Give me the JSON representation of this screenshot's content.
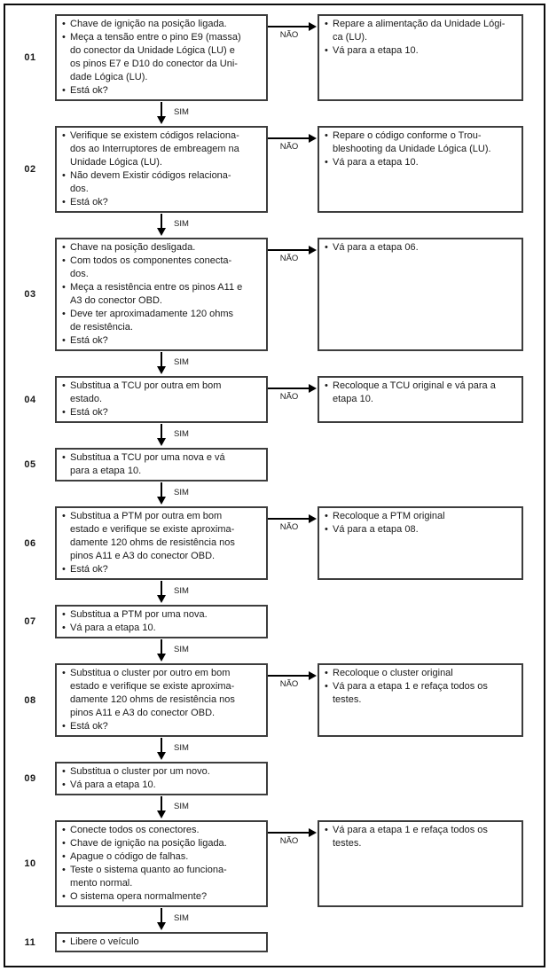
{
  "flowchart": {
    "yes_label": "SIM",
    "no_label": "NÃO",
    "colors": {
      "frame_border": "#0c0c0c",
      "box_border": "#3d3d3d",
      "arrow": "#000000",
      "text": "#1a1a1a",
      "background": "#ffffff"
    },
    "steps": [
      {
        "number": "01",
        "left": {
          "bullets": [
            "Chave de ignição na posição ligada.",
            "Meça a tensão entre o pino E9 (massa)\ndo conector da Unidade Lógica (LU) e\nos pinos E7 e D10 do conector da Uni-\ndade Lógica (LU).",
            "Está ok?"
          ]
        },
        "right": {
          "bullets": [
            "Repare a alimentação da Unidade Lógi-\nca (LU).",
            "Vá para a etapa 10."
          ]
        }
      },
      {
        "number": "02",
        "left": {
          "bullets": [
            "Verifique se existem códigos relaciona-\ndos ao Interruptores de embreagem na\nUnidade Lógica (LU).",
            "Não devem Existir códigos relaciona-\ndos.",
            "Está ok?"
          ]
        },
        "right": {
          "bullets": [
            "Repare o código conforme o Trou-\nbleshooting da Unidade Lógica (LU).",
            "Vá para a etapa 10."
          ]
        }
      },
      {
        "number": "03",
        "left": {
          "bullets": [
            "Chave na posição desligada.",
            "Com todos os componentes conecta-\ndos.",
            "Meça a resistência entre os pinos A11 e\nA3 do conector OBD.",
            "Deve ter aproximadamente 120 ohms\nde resistência.",
            "Está ok?"
          ]
        },
        "right": {
          "bullets": [
            "Vá para a etapa 06."
          ]
        }
      },
      {
        "number": "04",
        "left": {
          "bullets": [
            "Substitua a TCU por outra em bom\nestado.",
            "Está ok?"
          ]
        },
        "right": {
          "bullets": [
            "Recoloque a TCU original e vá para a\netapa 10."
          ]
        }
      },
      {
        "number": "05",
        "left": {
          "bullets": [
            "Substitua a TCU por uma nova e vá\npara a etapa 10."
          ]
        }
      },
      {
        "number": "06",
        "left": {
          "bullets": [
            "Substitua a PTM por outra em bom\nestado e verifique se existe aproxima-\ndamente 120 ohms de resistência nos\npinos A11 e A3 do conector OBD.",
            "Está ok?"
          ]
        },
        "right": {
          "bullets": [
            "Recoloque a PTM original",
            "Vá para a etapa 08."
          ]
        }
      },
      {
        "number": "07",
        "left": {
          "bullets": [
            "Substitua a PTM por uma nova.",
            "Vá para a etapa 10."
          ]
        }
      },
      {
        "number": "08",
        "left": {
          "bullets": [
            "Substitua o cluster por outro em bom\nestado e verifique se existe aproxima-\ndamente 120 ohms de resistência nos\npinos A11 e A3 do conector OBD.",
            "Está ok?"
          ]
        },
        "right": {
          "bullets": [
            "Recoloque o cluster original",
            "Vá para a etapa 1 e refaça todos os\ntestes."
          ]
        }
      },
      {
        "number": "09",
        "left": {
          "bullets": [
            "Substitua o cluster por um novo.",
            "Vá para a etapa 10."
          ]
        }
      },
      {
        "number": "10",
        "left": {
          "bullets": [
            "Conecte todos os conectores.",
            "Chave de ignição na posição ligada.",
            "Apague o código de falhas.",
            "Teste o sistema quanto ao funciona-\nmento normal.",
            "O sistema opera normalmente?"
          ]
        },
        "right": {
          "bullets": [
            "Vá para a etapa 1 e refaça todos os\ntestes."
          ]
        }
      },
      {
        "number": "11",
        "left": {
          "bullets": [
            "Libere o veículo"
          ]
        }
      }
    ]
  }
}
